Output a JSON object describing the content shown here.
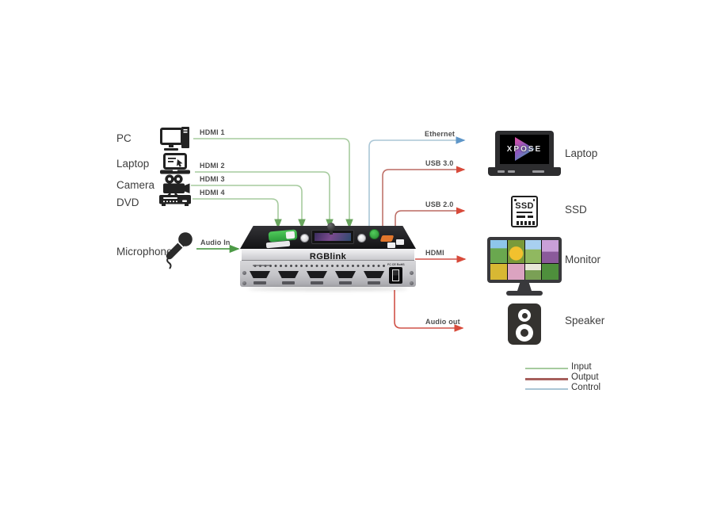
{
  "diagram": {
    "sources": [
      {
        "label": "PC",
        "connection": "HDMI 1"
      },
      {
        "label": "Laptop",
        "connection": "HDMI 2"
      },
      {
        "label": "Camera",
        "connection": "HDMI 3"
      },
      {
        "label": "DVD",
        "connection": "HDMI 4"
      },
      {
        "label": "Microphone",
        "connection": "Audio In"
      }
    ],
    "destinations": [
      {
        "label": "Laptop",
        "connection": "Ethernet"
      },
      {
        "label": "SSD",
        "connection": "USB 3.0 / USB 2.0"
      },
      {
        "label": "Monitor",
        "connection": "HDMI"
      },
      {
        "label": "Speaker",
        "connection": "Audio out"
      }
    ],
    "connections": {
      "hdmi1": {
        "label": "HDMI 1",
        "type": "input"
      },
      "hdmi2": {
        "label": "HDMI 2",
        "type": "input"
      },
      "hdmi3": {
        "label": "HDMI 3",
        "type": "input"
      },
      "hdmi4": {
        "label": "HDMI 4",
        "type": "input"
      },
      "audio_in": {
        "label": "Audio In",
        "type": "input"
      },
      "ethernet": {
        "label": "Ethernet",
        "type": "control"
      },
      "usb3": {
        "label": "USB 3.0",
        "type": "output"
      },
      "usb2": {
        "label": "USB 2.0",
        "type": "output"
      },
      "hdmi_out": {
        "label": "HDMI",
        "type": "output"
      },
      "audio_out": {
        "label": "Audio out",
        "type": "output"
      }
    },
    "device": {
      "brand": "RGBlink",
      "front_right_text": "FC CE RoHS"
    },
    "xpose_screen_text": "XPOSE",
    "ssd_icon_text": "SSD",
    "legend": [
      {
        "label": "Input",
        "color": "#a6cb9e"
      },
      {
        "label": "Output",
        "color": "#a65f5c"
      },
      {
        "label": "Control",
        "color": "#a9c6d5"
      }
    ]
  },
  "colors": {
    "input_line": "#a6cb9e",
    "input_arrow": "#69a55e",
    "audio_line": "#58a152",
    "audio_arrow": "#4c9a46",
    "output_line": "#bc6a62",
    "output_arrow": "#d84a3a",
    "output_line_bright": "#d05248",
    "control_line": "#aac6d6",
    "control_arrow": "#5e96c8",
    "legend_output": "#a65f5c"
  }
}
